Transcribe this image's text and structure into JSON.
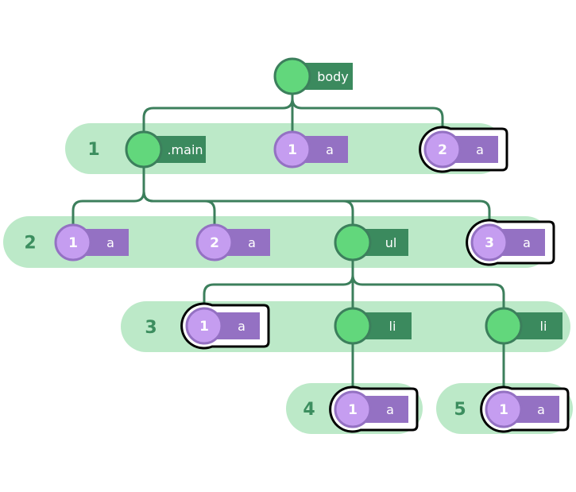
{
  "colors": {
    "band": "#bce9c8",
    "edge": "#3c7f5c",
    "element_circle": "#62d77c",
    "element_label": "#3b8a5e",
    "index_circle": "#c59df0",
    "index_label": "#9471c3",
    "outline": "#000000"
  },
  "rows": [
    {
      "id": "r1",
      "label": "1"
    },
    {
      "id": "r2",
      "label": "2"
    },
    {
      "id": "r3",
      "label": "3"
    },
    {
      "id": "r4",
      "label": "4"
    },
    {
      "id": "r5",
      "label": "5"
    }
  ],
  "nodes": [
    {
      "id": "body",
      "kind": "element",
      "label": "body",
      "parent": null
    },
    {
      "id": "main",
      "kind": "element",
      "label": ".main",
      "parent": "body"
    },
    {
      "id": "a_r1_1",
      "kind": "index",
      "number": "1",
      "label": "a",
      "parent": "body",
      "highlighted": false
    },
    {
      "id": "a_r1_2",
      "kind": "index",
      "number": "2",
      "label": "a",
      "parent": "body",
      "highlighted": true
    },
    {
      "id": "a_r2_1",
      "kind": "index",
      "number": "1",
      "label": "a",
      "parent": "main",
      "highlighted": false
    },
    {
      "id": "a_r2_2",
      "kind": "index",
      "number": "2",
      "label": "a",
      "parent": "main",
      "highlighted": false
    },
    {
      "id": "ul",
      "kind": "element",
      "label": "ul",
      "parent": "main"
    },
    {
      "id": "a_r2_3",
      "kind": "index",
      "number": "3",
      "label": "a",
      "parent": "main",
      "highlighted": true
    },
    {
      "id": "a_r3_1",
      "kind": "index",
      "number": "1",
      "label": "a",
      "parent": "ul",
      "highlighted": true
    },
    {
      "id": "li1",
      "kind": "element",
      "label": "li",
      "parent": "ul"
    },
    {
      "id": "li2",
      "kind": "element",
      "label": "li",
      "parent": "ul"
    },
    {
      "id": "a_r4_1",
      "kind": "index",
      "number": "1",
      "label": "a",
      "parent": "li1",
      "highlighted": true
    },
    {
      "id": "a_r5_1",
      "kind": "index",
      "number": "1",
      "label": "a",
      "parent": "li2",
      "highlighted": true
    }
  ]
}
